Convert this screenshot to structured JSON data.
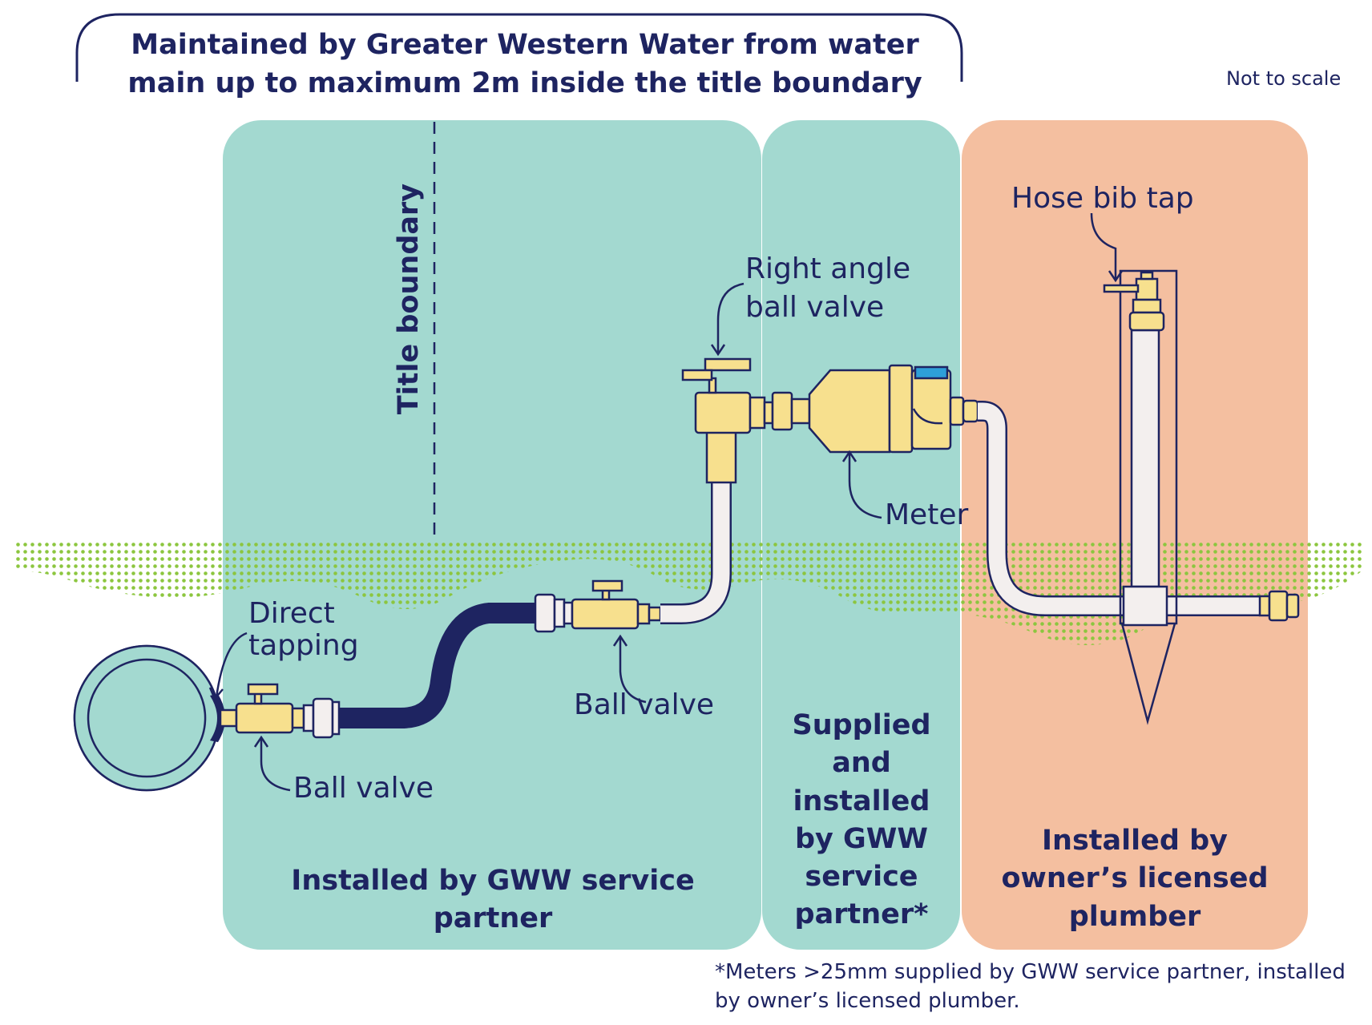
{
  "header": {
    "title": "Maintained by Greater Western Water from water main up to maximum 2m inside the title boundary",
    "scale_note": "Not to scale"
  },
  "boundary": {
    "label": "Title boundary"
  },
  "labels": {
    "hose_bib_tap": "Hose bib tap",
    "right_angle_ball_valve_line1": "Right angle",
    "right_angle_ball_valve_line2": "ball valve",
    "meter": "Meter",
    "direct_tapping_line1": "Direct",
    "direct_tapping_line2": "tapping",
    "ball_valve_upper": "Ball valve",
    "ball_valve_lower": "Ball valve"
  },
  "zones": [
    {
      "name": "gww-service-partner",
      "label": "Installed by GWW service partner",
      "color": "#a3d9d0"
    },
    {
      "name": "supplied-installed",
      "label": "Supplied and installed by GWW service partner*",
      "color": "#a3d9d0"
    },
    {
      "name": "owner-plumber",
      "label": "Installed by owner’s licensed plumber",
      "color": "#f4bfa0"
    }
  ],
  "footnote": "*Meters >25mm supplied by GWW service partner, installed by owner’s licensed plumber.",
  "colors": {
    "navy": "#1e2461",
    "teal": "#a3d9d0",
    "peach": "#f4bfa0",
    "brass": "#f7e08e",
    "ground": "#8cc63f",
    "pipe": "#f3efee",
    "meter_blue": "#2e9fd8"
  }
}
